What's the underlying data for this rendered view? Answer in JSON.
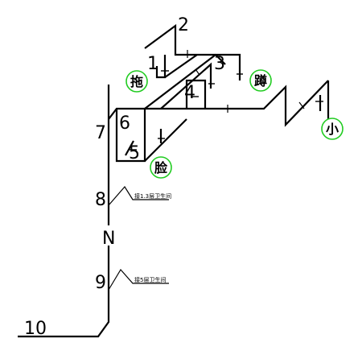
{
  "labels": {
    "n1": "1",
    "n2": "2",
    "n3": "3",
    "n4": "4",
    "n5": "5",
    "n6": "6",
    "n7": "7",
    "n8": "8",
    "n9": "9",
    "n10": "10",
    "riser": "N"
  },
  "fixtures": {
    "mop": "拖",
    "squat": "蹲",
    "basin": "脸",
    "urinal": "小"
  },
  "notes": {
    "upper": "接1.3层卫生间",
    "lower": "接5层卫生间"
  },
  "colors": {
    "line": "#000000",
    "bubble": "#22cc22"
  }
}
